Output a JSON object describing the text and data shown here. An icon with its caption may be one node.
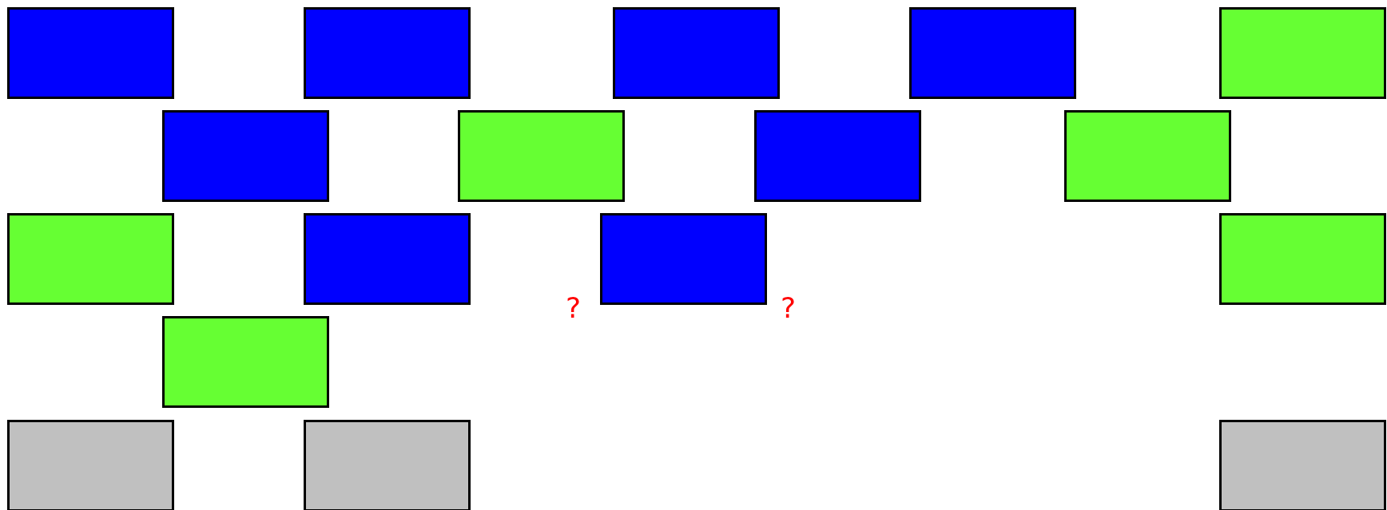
{
  "diagram": {
    "nodes": [
      {
        "text": [],
        "shape": "box"
      },
      {
        "text": [],
        "shape": "box"
      },
      {
        "text": [],
        "shape": "box"
      },
      {
        "text": [],
        "shape": "box"
      },
      {
        "text": [],
        "shape": "box"
      },
      {
        "text": [],
        "shape": "box"
      },
      {
        "text": [],
        "shape": "box"
      },
      {
        "text": [],
        "shape": "box"
      },
      {
        "text": [],
        "shape": "box"
      },
      {
        "text": [],
        "shape": "box"
      },
      {
        "text": [],
        "shape": "box"
      },
      {
        "text": [],
        "shape": "box"
      },
      {
        "text": [],
        "shape": "box"
      },
      {
        "text": [],
        "shape": "box"
      },
      {
        "text": [],
        "shape": "box"
      },
      {
        "text": [],
        "shape": "box"
      },
      {
        "text": [],
        "shape": "box"
      }
    ],
    "labels": [
      "?",
      "?"
    ]
  }
}
